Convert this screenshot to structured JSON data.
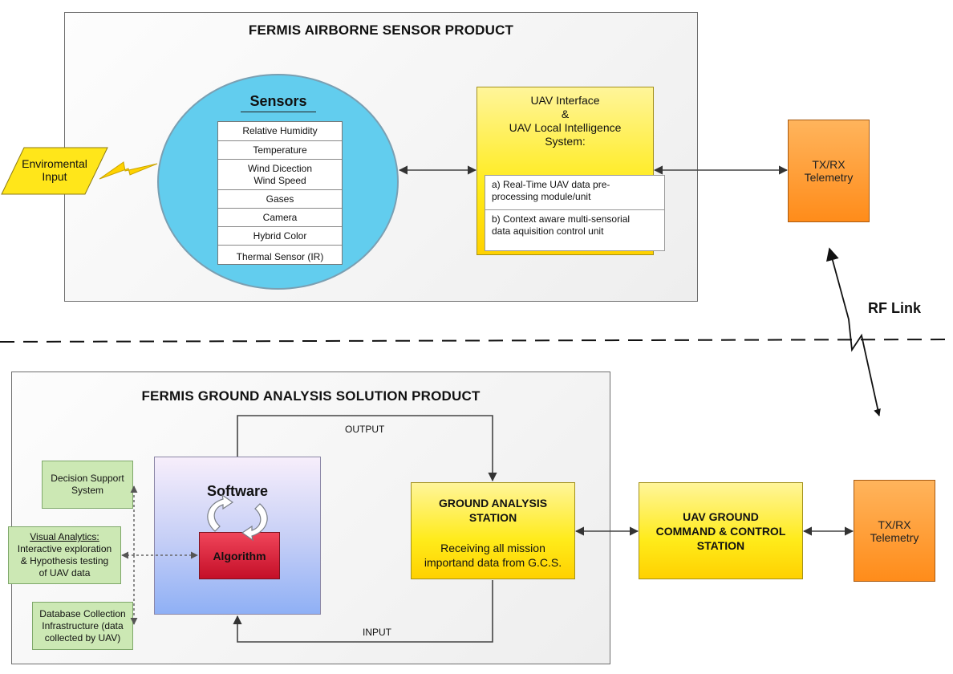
{
  "airborne": {
    "title": "FERMIS AIRBORNE SENSOR PRODUCT",
    "environmental_input": [
      "Enviromental",
      "Input"
    ],
    "sensors": {
      "heading": "Sensors",
      "items": [
        [
          "Relative Humidity"
        ],
        [
          "Temperature"
        ],
        [
          "Wind Dicection",
          "Wind Speed"
        ],
        [
          "Gases"
        ],
        [
          "Camera"
        ],
        [
          "Hybrid Color"
        ],
        [
          "Thermal Sensor (IR)"
        ]
      ]
    },
    "uav_interface": {
      "lines": [
        "UAV Interface",
        "&",
        "UAV Local Intelligence",
        "System:"
      ],
      "modules": [
        [
          "a) Real-Time UAV data pre-",
          "processing module/unit"
        ],
        [
          "b) Context aware multi-sensorial",
          "data aquisition control unit"
        ]
      ]
    },
    "telemetry": [
      "TX/RX",
      "Telemetry"
    ]
  },
  "rf_link": "RF Link",
  "ground": {
    "title": "FERMIS GROUND ANALYSIS SOLUTION PRODUCT",
    "software": "Software",
    "algorithm": "Algorithm",
    "output_label": "OUTPUT",
    "input_label": "INPUT",
    "decision_support": [
      "Decision Support",
      "System"
    ],
    "visual_analytics": {
      "title": "Visual Analytics:",
      "lines": [
        "Interactive exploration",
        "& Hypothesis testing",
        "of UAV data"
      ]
    },
    "database": [
      "Database Collection",
      "Infrastructure (data",
      "collected by UAV)"
    ],
    "station": {
      "title": [
        "GROUND ANALYSIS",
        "STATION"
      ],
      "body": [
        "Receiving all mission",
        "importand data from G.C.S."
      ]
    }
  },
  "command_control": [
    "UAV GROUND",
    "COMMAND & CONTROL",
    "STATION"
  ],
  "ground_telemetry": [
    "TX/RX",
    "Telemetry"
  ]
}
